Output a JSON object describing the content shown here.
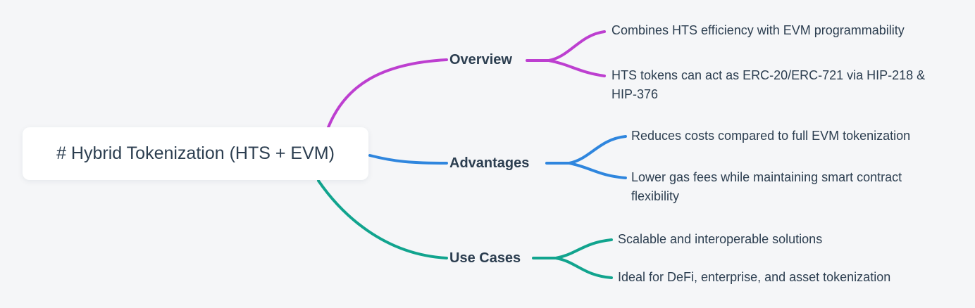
{
  "canvas": {
    "background_color": "#f5f6f8",
    "node_fill_color": "#ffffff",
    "text_color": "#2c3e50"
  },
  "root": {
    "label": "# Hybrid Tokenization (HTS + EVM)"
  },
  "branches": [
    {
      "label": "Overview",
      "color": "#bd3fd0",
      "leaves": [
        "Combines HTS efficiency with EVM programmability",
        "HTS tokens can act as ERC-20/ERC-721 via HIP-218 & HIP-376"
      ]
    },
    {
      "label": "Advantages",
      "color": "#2f86de",
      "leaves": [
        "Reduces costs compared to full EVM tokenization",
        "Lower gas fees while maintaining smart contract flexibility"
      ]
    },
    {
      "label": "Use Cases",
      "color": "#11a48e",
      "leaves": [
        "Scalable and interoperable solutions",
        "Ideal for DeFi, enterprise, and asset tokenization"
      ]
    }
  ]
}
